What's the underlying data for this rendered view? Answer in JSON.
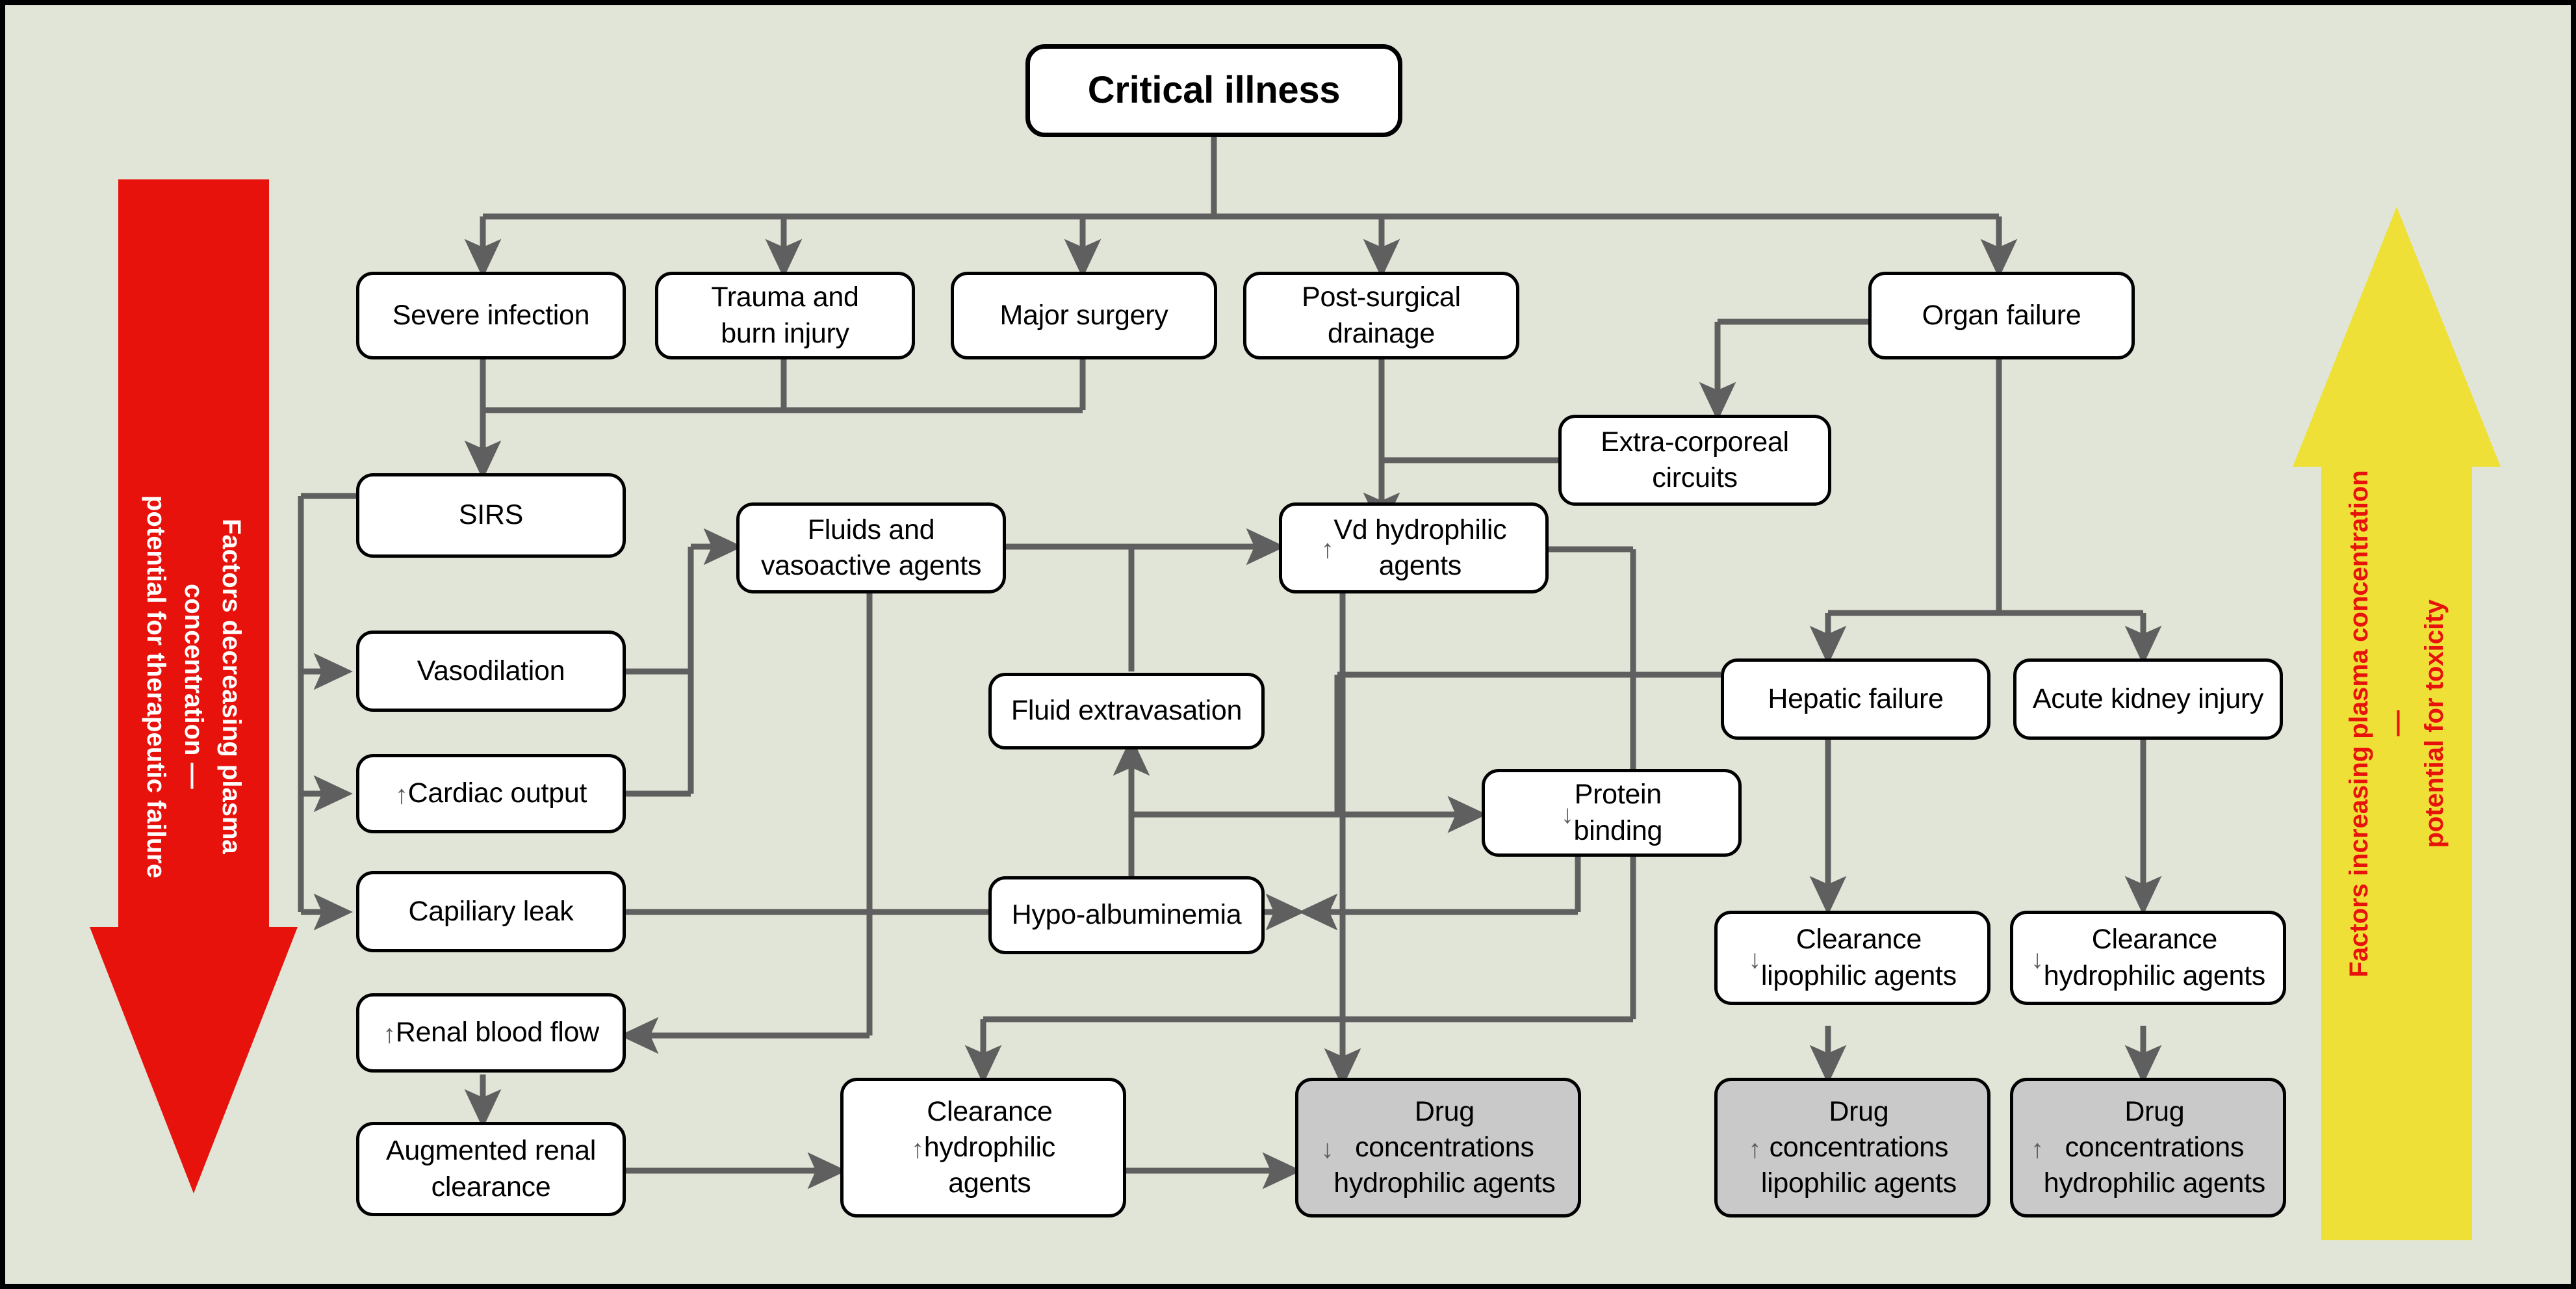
{
  "diagram": {
    "title": "Critical illness pathophysiology and drug concentration flowchart",
    "background_color": "#e1e5d7",
    "box_fill": "#ffffff",
    "box_fill_highlight": "#c9c9c9",
    "connector_color": "#5f5f5f",
    "border_color": "#000000"
  },
  "side_arrows": {
    "left": {
      "color": "#e8120c",
      "text_color": "#ffffff",
      "direction": "down",
      "label": "Factors decreasing plasma concentration —\npotential for therapeutic failure"
    },
    "right": {
      "color": "#efe038",
      "text_color": "#e8120c",
      "direction": "up",
      "label": "Factors increasing plasma concentration —\npotential for toxicity"
    }
  },
  "nodes": {
    "critical_illness": {
      "label": "Critical illness",
      "style": "title"
    },
    "severe_infection": {
      "label": "Severe infection",
      "style": "plain"
    },
    "trauma_burn": {
      "label": "Trauma and\nburn injury",
      "style": "plain"
    },
    "major_surgery": {
      "label": "Major surgery",
      "style": "plain"
    },
    "post_surgical_drainage": {
      "label": "Post-surgical\ndrainage",
      "style": "plain"
    },
    "organ_failure": {
      "label": "Organ failure",
      "style": "plain"
    },
    "extracorporeal": {
      "label": "Extra-corporeal\ncircuits",
      "style": "plain"
    },
    "sirs": {
      "label": "SIRS",
      "style": "plain"
    },
    "vasodilation": {
      "label": "Vasodilation",
      "style": "plain"
    },
    "cardiac_output": {
      "prefix": "↑",
      "label": "Cardiac output",
      "style": "plain"
    },
    "capillary_leak": {
      "label": "Capiliary leak",
      "style": "plain"
    },
    "fluids_vasoactive": {
      "label": "Fluids and\nvasoactive agents",
      "style": "plain"
    },
    "vd_hydrophilic": {
      "prefix": "↑",
      "label": "Vd hydrophilic\nagents",
      "style": "plain"
    },
    "fluid_extravasation": {
      "label": "Fluid extravasation",
      "style": "plain"
    },
    "hypoalbuminemia": {
      "label": "Hypo-albuminemia",
      "style": "plain"
    },
    "protein_binding": {
      "prefix": "↓",
      "label": "Protein\nbinding",
      "style": "plain"
    },
    "hepatic_failure": {
      "label": "Hepatic failure",
      "style": "plain"
    },
    "acute_kidney_injury": {
      "label": "Acute kidney injury",
      "style": "plain"
    },
    "clearance_lipophilic_down": {
      "prefix": "↓",
      "label": "Clearance\nlipophilic agents",
      "style": "plain"
    },
    "clearance_hydrophilic_down": {
      "prefix": "↓",
      "label": "Clearance\nhydrophilic agents",
      "style": "plain"
    },
    "renal_blood_flow": {
      "prefix": "↑",
      "label": "Renal blood flow",
      "style": "plain"
    },
    "augmented_renal_clearance": {
      "label": "Augmented renal\nclearance",
      "style": "plain"
    },
    "clearance_hydrophilic_up": {
      "prefix": "↑",
      "label": "Clearance\nhydrophilic\nagents",
      "style": "plain"
    },
    "drug_conc_hydrophilic_down": {
      "prefix": "↓",
      "label": "Drug\nconcentrations\nhydrophilic agents",
      "style": "highlight"
    },
    "drug_conc_lipophilic_up": {
      "prefix": "↑",
      "label": "Drug\nconcentrations\nlipophilic agents",
      "style": "highlight"
    },
    "drug_conc_hydrophilic_up": {
      "prefix": "↑",
      "label": "Drug\nconcentrations\nhydrophilic agents",
      "style": "highlight"
    }
  }
}
